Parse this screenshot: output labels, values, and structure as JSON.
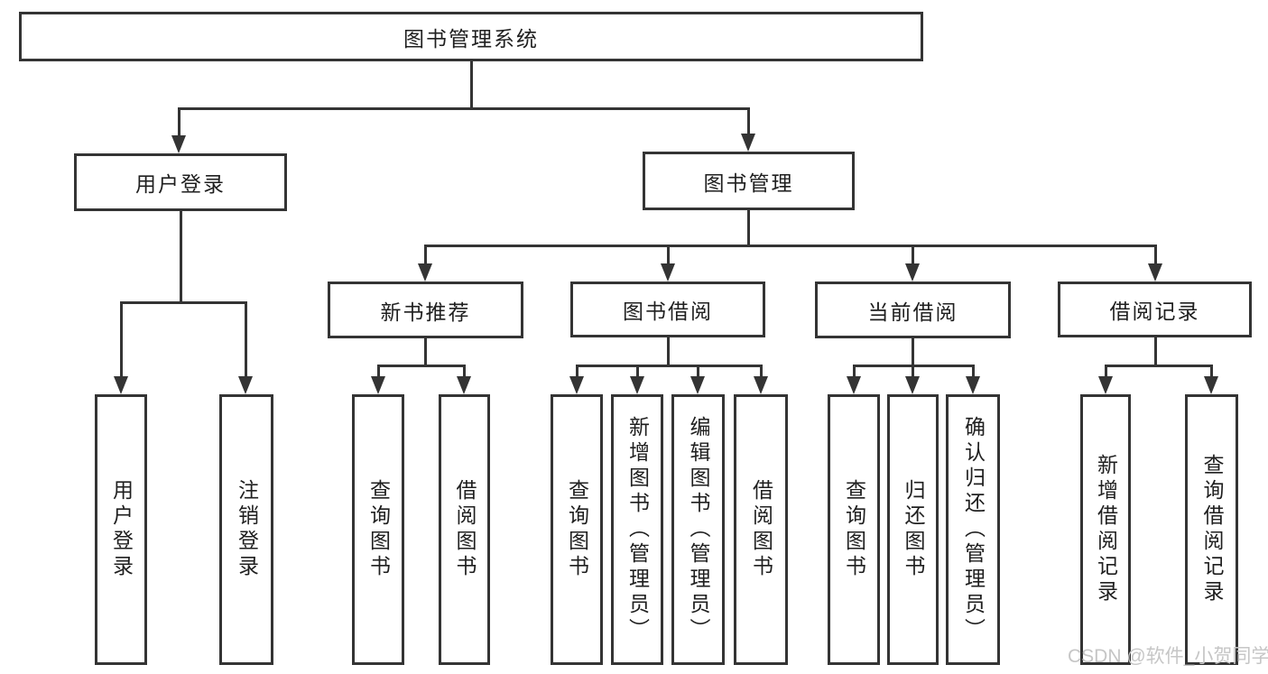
{
  "title": "图书管理系统",
  "nodes": {
    "root": "图书管理系统",
    "userLogin": "用户登录",
    "bookMgmt": "图书管理",
    "newBookRec": "新书推荐",
    "bookBorrow": "图书借阅",
    "currentBorrow": "当前借阅",
    "borrowRecord": "借阅记录",
    "leafUserLogin": "用户登录",
    "leafLogout": "注销登录",
    "leafRecQuery": "查询图书",
    "leafRecBorrow": "借阅图书",
    "leafBorrowQuery": "查询图书",
    "leafBorrowAdd": "新增图书（管理员）",
    "leafBorrowEdit": "编辑图书（管理员）",
    "leafBorrowBorrow": "借阅图书",
    "leafCurrentQuery": "查询图书",
    "leafCurrentReturn": "归还图书",
    "leafCurrentConfirm": "确认归还（管理员）",
    "leafRecordAdd": "新增借阅记录",
    "leafRecordQuery": "查询借阅记录"
  },
  "structure": {
    "root_children": [
      "用户登录",
      "图书管理"
    ],
    "用户登录_children": [
      "用户登录",
      "注销登录"
    ],
    "图书管理_children": [
      "新书推荐",
      "图书借阅",
      "当前借阅",
      "借阅记录"
    ],
    "新书推荐_children": [
      "查询图书",
      "借阅图书"
    ],
    "图书借阅_children": [
      "查询图书",
      "新增图书（管理员）",
      "编辑图书（管理员）",
      "借阅图书"
    ],
    "当前借阅_children": [
      "查询图书",
      "归还图书",
      "确认归还（管理员）"
    ],
    "借阅记录_children": [
      "新增借阅记录",
      "查询借阅记录"
    ]
  },
  "watermark": "CSDN @软件_小贺同学",
  "colors": {
    "line": "#343434",
    "text": "#1f1f1f",
    "box_background": "#ffffff",
    "page_background": "#ffffff",
    "watermark": "#c6c6c6"
  }
}
